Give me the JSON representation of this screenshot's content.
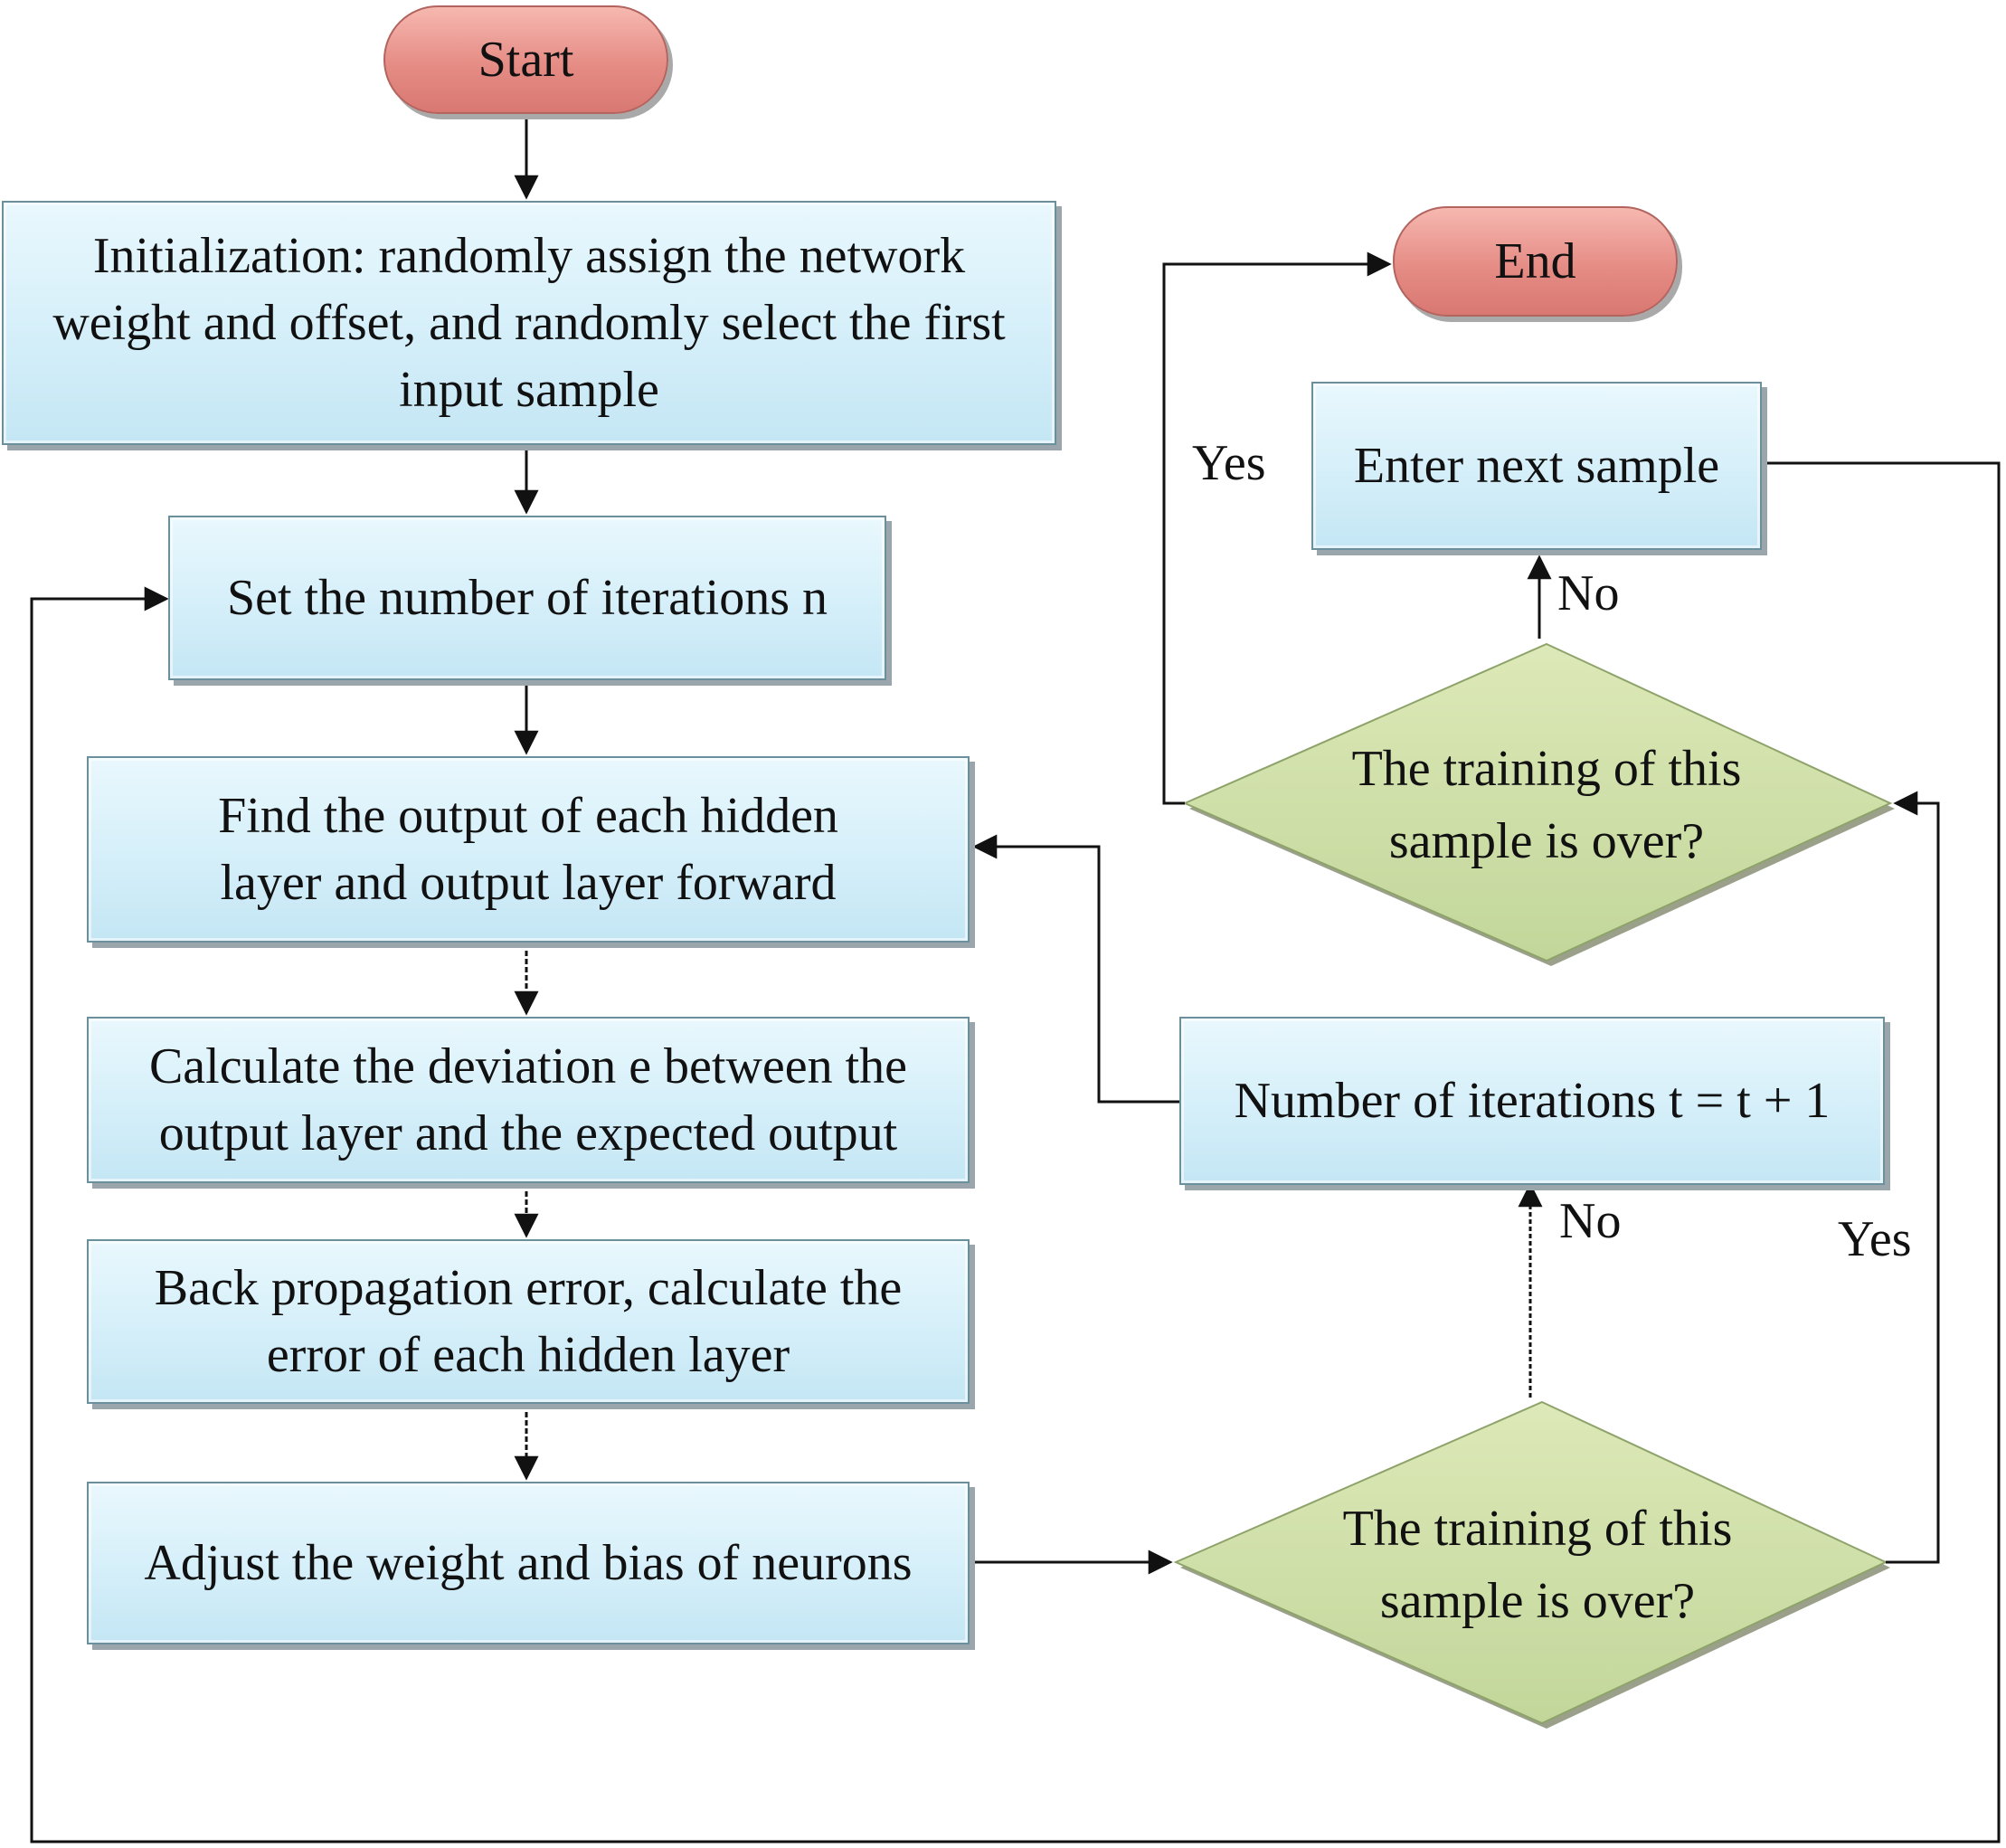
{
  "nodes": {
    "start": "Start",
    "end": "End",
    "init": "Initialization: randomly assign the network weight and offset, and randomly select the first input sample",
    "set_iterations": "Set the number of iterations n",
    "forward": "Find the output of each hidden layer and output layer forward",
    "deviation": "Calculate the deviation e between the output layer and the expected output",
    "backprop": "Back propagation error, calculate the error of each hidden layer",
    "adjust": "Adjust the weight and bias of neurons",
    "increment": "Number of iterations t = t + 1",
    "next_sample": "Enter next sample",
    "decision_top": "The training of this sample is over?",
    "decision_bottom": "The training of this sample is over?"
  },
  "edge_labels": {
    "top_yes": "Yes",
    "top_no": "No",
    "bottom_no": "No",
    "bottom_yes": "Yes"
  },
  "colors": {
    "box_fill": "#d3eef9",
    "terminal_fill": "#e58c85",
    "decision_fill": "#cfe0a6",
    "line": "#111111"
  }
}
